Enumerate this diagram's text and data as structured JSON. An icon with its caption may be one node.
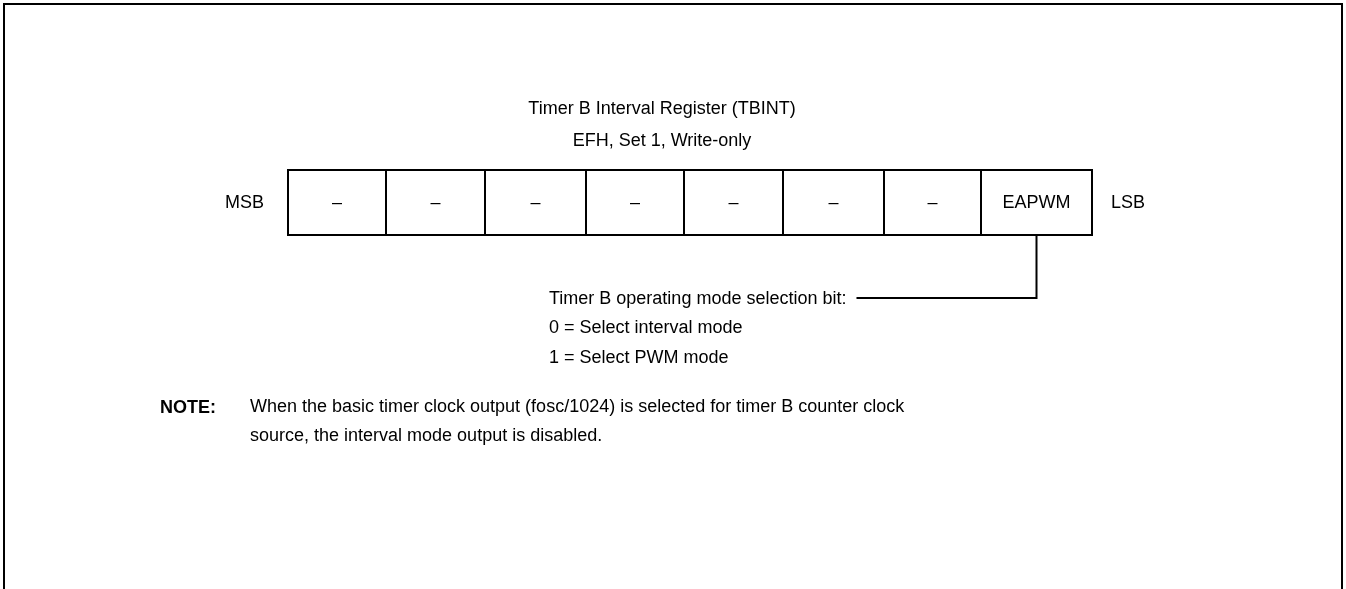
{
  "diagram": {
    "title": "Timer B Interval Register (TBINT)",
    "nodes": [
      {
        "text": [
          "–"
        ]
      },
      {
        "text": [
          "–"
        ]
      },
      {
        "text": [
          "–"
        ]
      },
      {
        "text": [
          "–"
        ]
      },
      {
        "text": [
          "–"
        ]
      },
      {
        "text": [
          "–"
        ]
      },
      {
        "text": [
          "–"
        ]
      },
      {
        "text": [
          "EAPWM"
        ]
      },
      {
        "text": [
          "Timer B operating mode selection bit:"
        ]
      }
    ],
    "edges": [
      {
        "from": 8,
        "to": 7,
        "arrow": "none"
      }
    ],
    "labels": [
      "EFH, Set 1, Write-only",
      "MSB",
      "LSB",
      "0 = Select interval mode",
      "1 = Select PWM mode",
      "NOTE:",
      "When the basic timer clock output (fosc/1024) is selected for timer B counter clock source, the interval mode output is disabled."
    ]
  }
}
